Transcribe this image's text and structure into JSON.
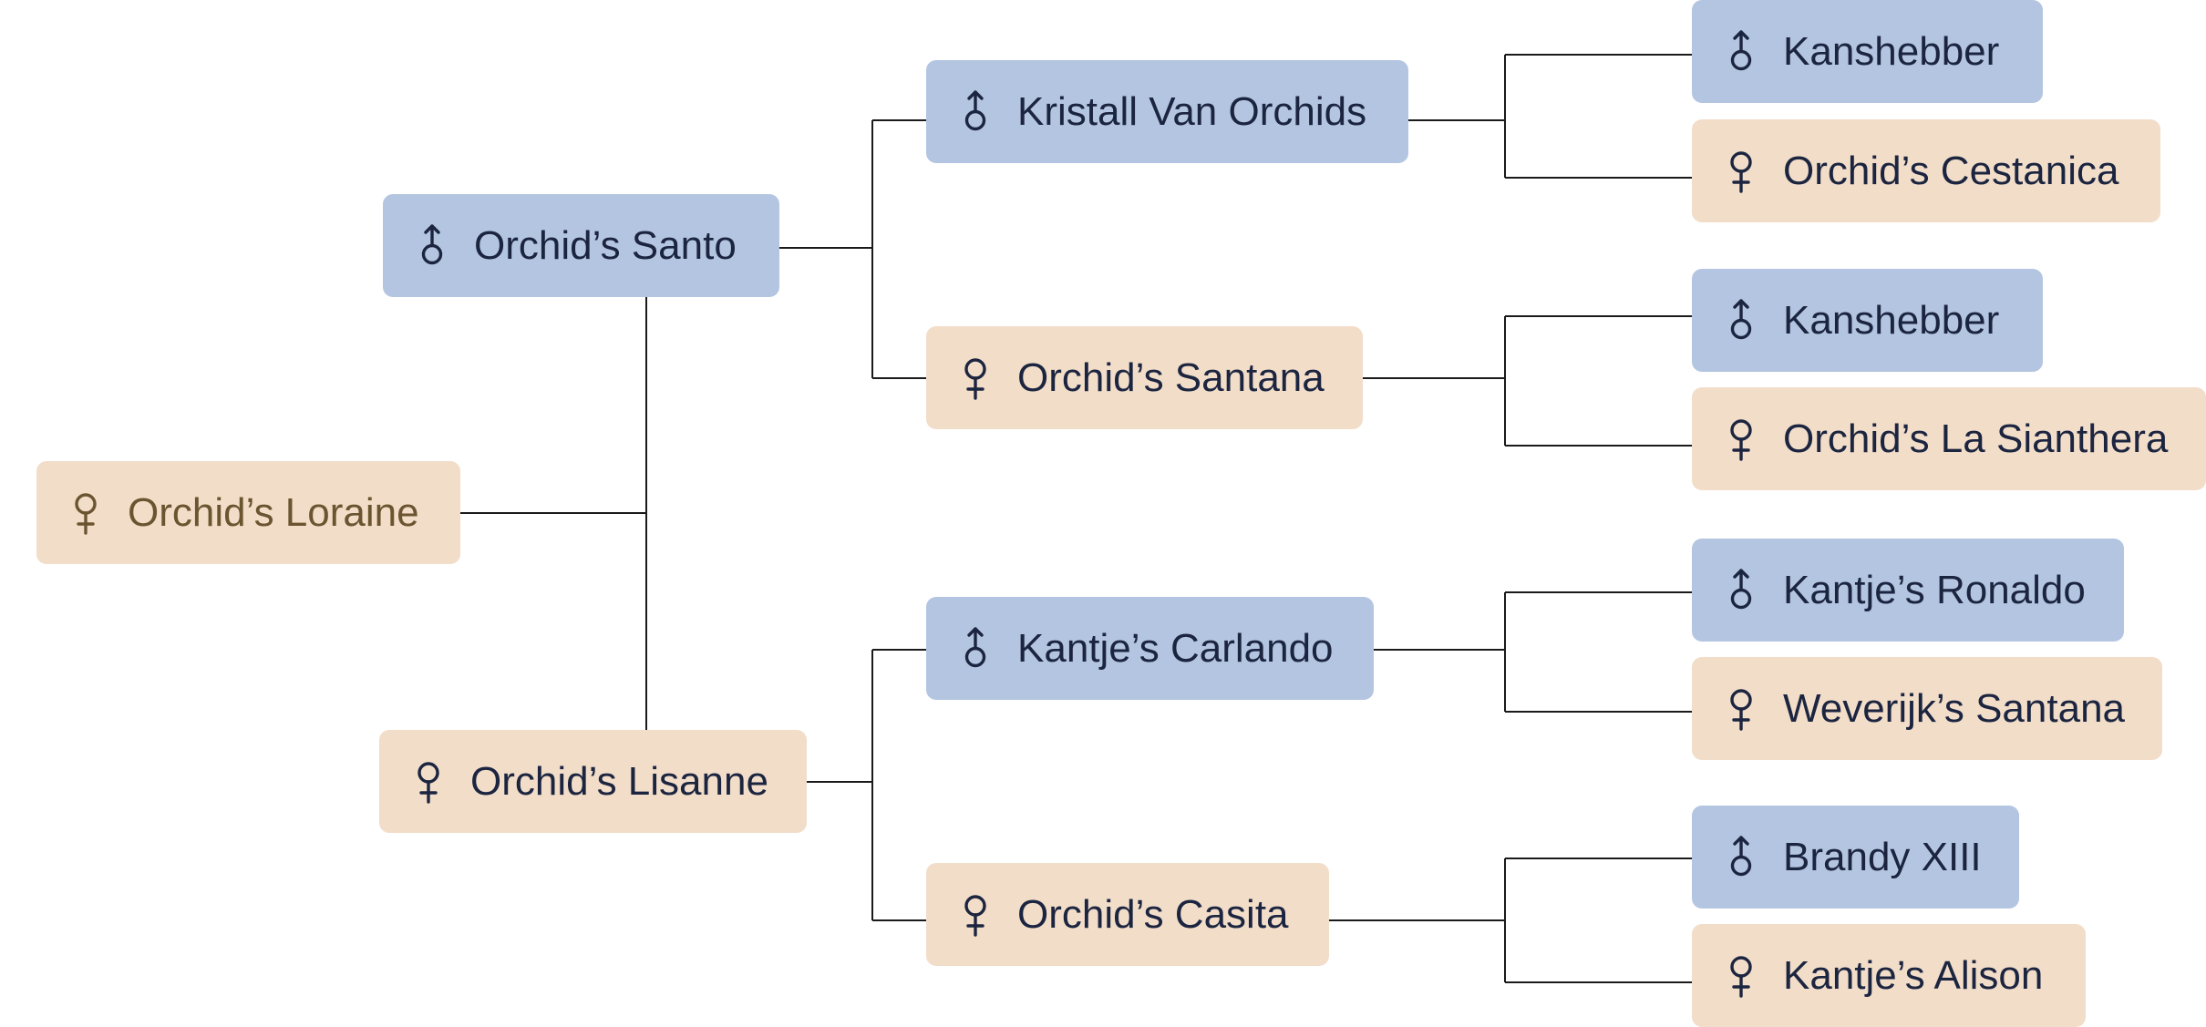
{
  "colors": {
    "male": "#b3c5e1",
    "female": "#f2ddc9",
    "text": "#1c2540",
    "subject_text": "#6b5530",
    "line": "#1a1a1a"
  },
  "subject": {
    "name": "Orchid’s Loraine",
    "sex": "female"
  },
  "sire": {
    "name": "Orchid’s Santo",
    "sex": "male"
  },
  "dam": {
    "name": "Orchid’s Lisanne",
    "sex": "female"
  },
  "sire_sire": {
    "name": "Kristall Van Orchids",
    "sex": "male"
  },
  "sire_dam": {
    "name": "Orchid’s Santana",
    "sex": "female"
  },
  "dam_sire": {
    "name": "Kantje’s Carlando",
    "sex": "male"
  },
  "dam_dam": {
    "name": "Orchid’s Casita",
    "sex": "female"
  },
  "sire_sire_sire": {
    "name": "Kanshebber",
    "sex": "male"
  },
  "sire_sire_dam": {
    "name": "Orchid’s Cestanica",
    "sex": "female"
  },
  "sire_dam_sire": {
    "name": "Kanshebber",
    "sex": "male"
  },
  "sire_dam_dam": {
    "name": "Orchid’s La Sianthera",
    "sex": "female"
  },
  "dam_sire_sire": {
    "name": "Kantje’s Ronaldo",
    "sex": "male"
  },
  "dam_sire_dam": {
    "name": "Weverijk’s Santana",
    "sex": "female"
  },
  "dam_dam_sire": {
    "name": "Brandy XIII",
    "sex": "male"
  },
  "dam_dam_dam": {
    "name": "Kantje’s Alison",
    "sex": "female"
  }
}
